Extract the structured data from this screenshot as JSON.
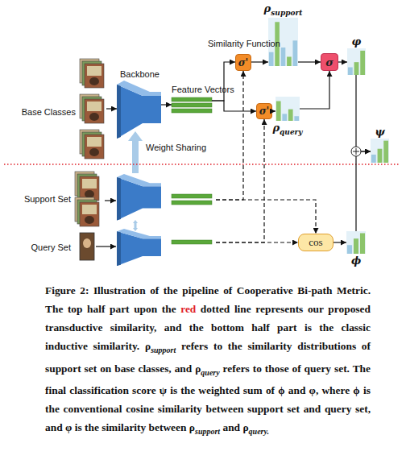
{
  "diagram": {
    "caption": "Figure 2: Illustration of the pipeline of Cooperative Bi-path Metric. The top half part upon the red dotted line represents our proposed transductive similarity, and the bottom half part is the classic inductive similarity. ρsupport refers to the similarity distributions of support set on base classes, and ρquery refers to those of query set. The final classification score ψ is the weighted sum of ϕ and φ, where ϕ is the conventional cosine similarity between support set and query set, and φ is the similarity between ρsupport and ρquery.",
    "nodes": [
      {
        "text": [
          "Base Classes"
        ]
      },
      {
        "text": [
          "Backbone"
        ]
      },
      {
        "text": [
          "Feature Vectors"
        ]
      },
      {
        "text": [
          "σ'"
        ]
      },
      {
        "text": [
          "ρsupport"
        ]
      },
      {
        "text": [
          "σ'"
        ]
      },
      {
        "text": [
          "ρquery"
        ]
      },
      {
        "text": [
          "σ"
        ]
      },
      {
        "text": [
          "φ"
        ]
      },
      {
        "text": [
          "ψ"
        ]
      },
      {
        "text": [
          "Support Set"
        ]
      },
      {
        "text": [
          "Query Set"
        ]
      },
      {
        "text": [
          "cos"
        ]
      },
      {
        "text": [
          "ϕ"
        ]
      }
    ],
    "edges": [
      {
        "from": 0,
        "to": 1,
        "arrow": "to"
      },
      {
        "from": 1,
        "to": 2,
        "arrow": "to"
      },
      {
        "from": 2,
        "to": 3,
        "arrow": "to"
      },
      {
        "from": 2,
        "to": 5,
        "arrow": "to"
      },
      {
        "from": 3,
        "to": 4,
        "arrow": "to"
      },
      {
        "from": 5,
        "to": 6,
        "arrow": "to"
      },
      {
        "from": 4,
        "to": 7,
        "arrow": "to"
      },
      {
        "from": 6,
        "to": 7,
        "arrow": "to"
      },
      {
        "from": 7,
        "to": 8,
        "arrow": "to"
      },
      {
        "from": 8,
        "to": 9,
        "arrow": "to"
      },
      {
        "from": 13,
        "to": 9,
        "arrow": "to"
      },
      {
        "from": 10,
        "to": 3,
        "arrow": "to"
      },
      {
        "from": 11,
        "to": 5,
        "arrow": "to"
      },
      {
        "from": 10,
        "to": 12,
        "arrow": "to"
      },
      {
        "from": 11,
        "to": 12,
        "arrow": "to"
      },
      {
        "from": 12,
        "to": 13,
        "arrow": "to"
      }
    ],
    "labels": [
      "Similarity Function",
      "Weight Sharing"
    ]
  }
}
